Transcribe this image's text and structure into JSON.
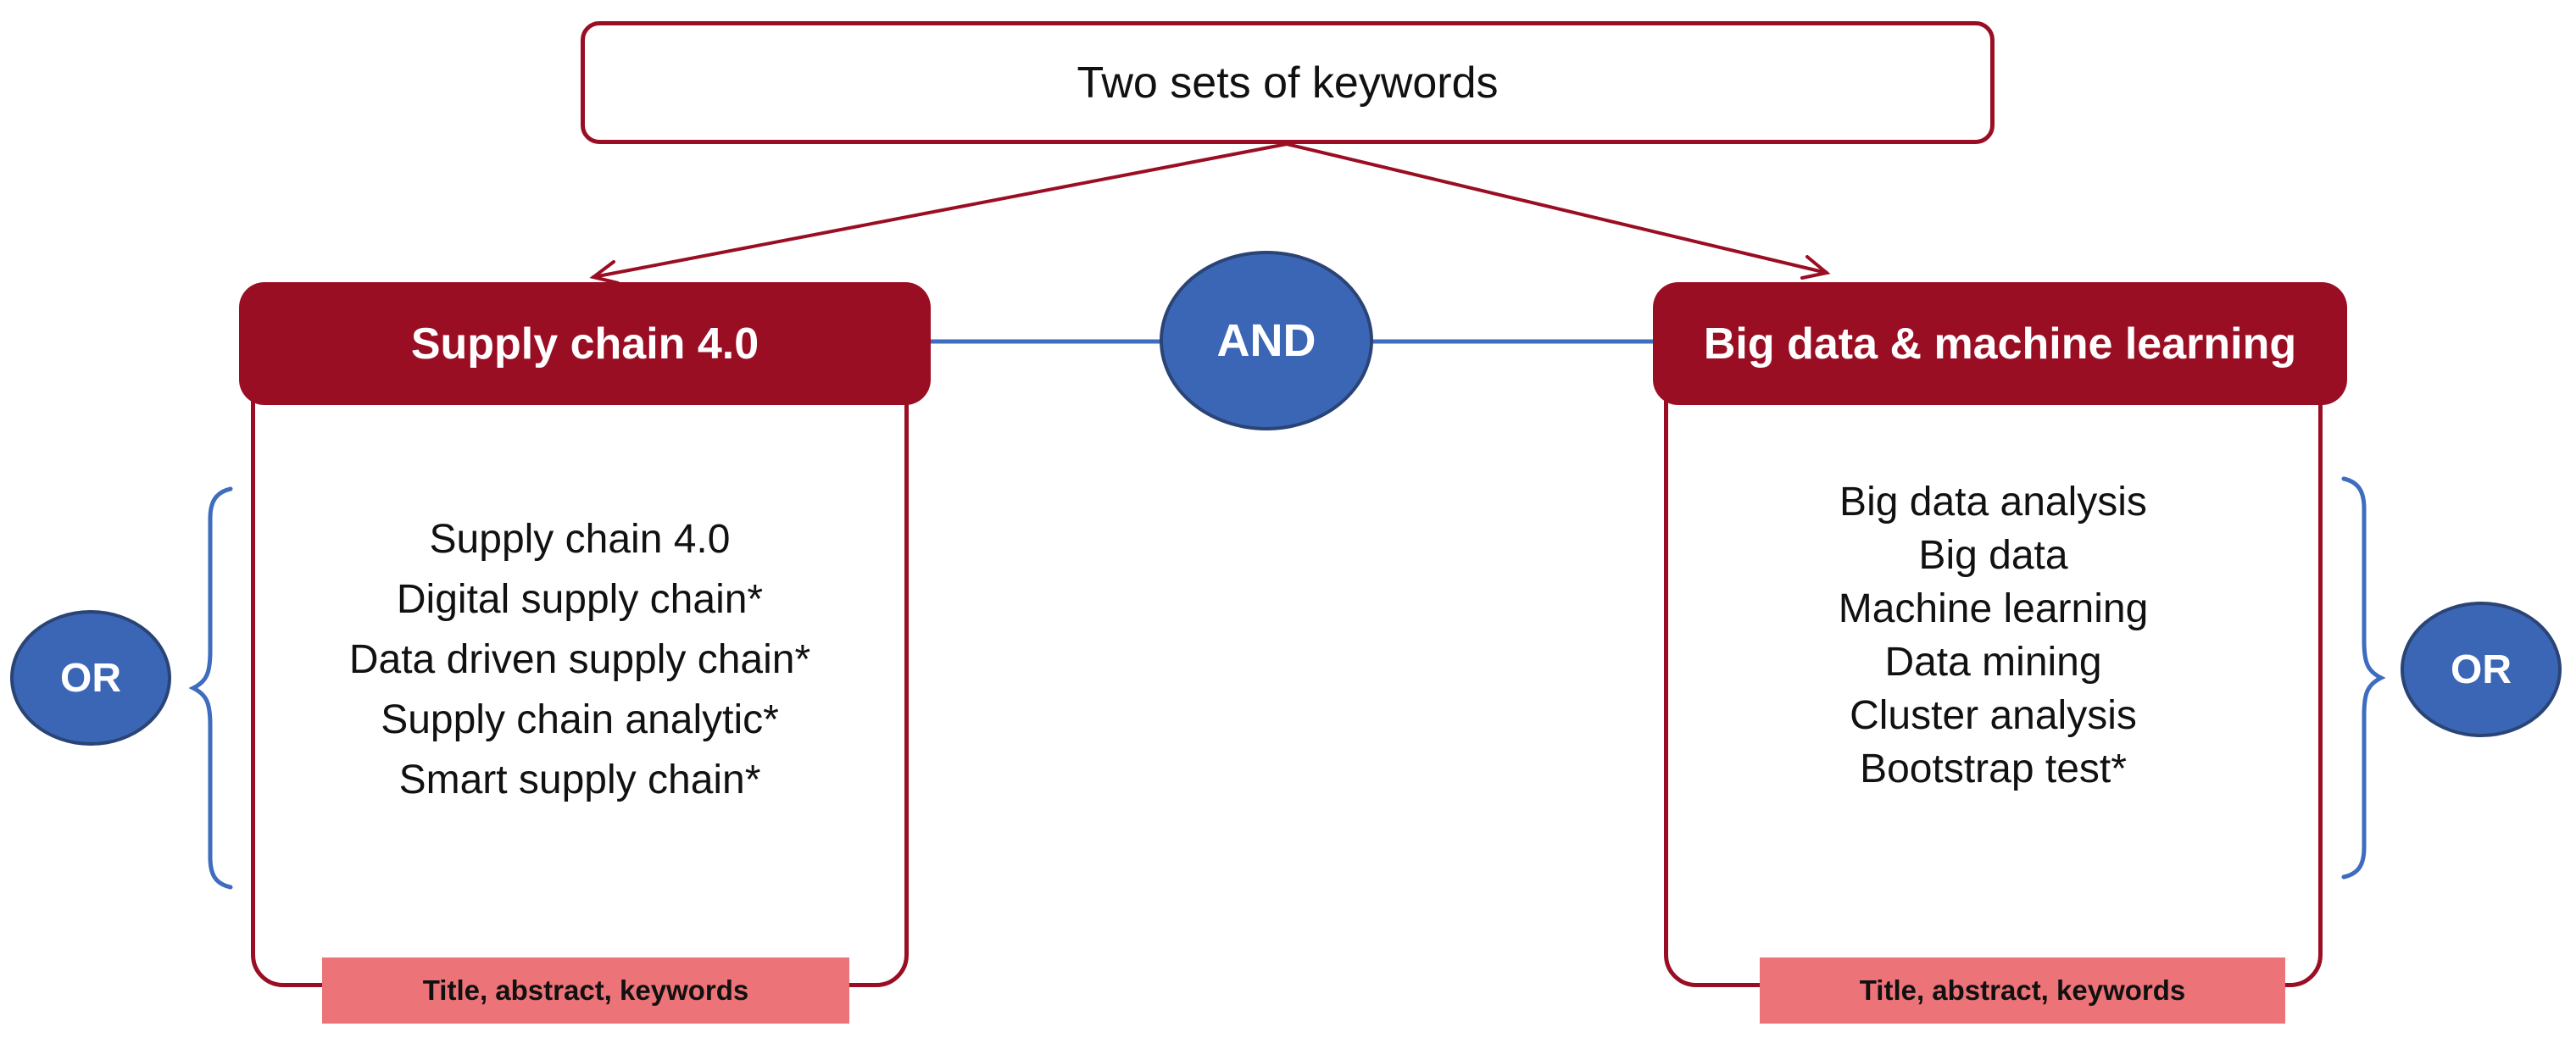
{
  "colors": {
    "dark_red": "#9A0E24",
    "pink": "#EC7377",
    "blue_fill": "#3B66B5",
    "blue_border": "#2A4476",
    "blue_line": "#3E6CBE",
    "text_black": "#111111"
  },
  "top_box": {
    "label": "Two sets of keywords"
  },
  "operators": {
    "and": "AND",
    "or_left": "OR",
    "or_right": "OR"
  },
  "left_panel": {
    "title": "Supply chain 4.0",
    "keywords": [
      "Supply chain 4.0",
      "Digital supply chain*",
      "Data driven supply chain*",
      "Supply chain analytic*",
      "Smart supply chain*"
    ],
    "footer": "Title, abstract, keywords"
  },
  "right_panel": {
    "title": "Big data & machine learning",
    "keywords": [
      "Big data analysis",
      "Big data",
      "Machine learning",
      "Data mining",
      "Cluster analysis",
      "Bootstrap test*"
    ],
    "footer": "Title, abstract, keywords"
  }
}
